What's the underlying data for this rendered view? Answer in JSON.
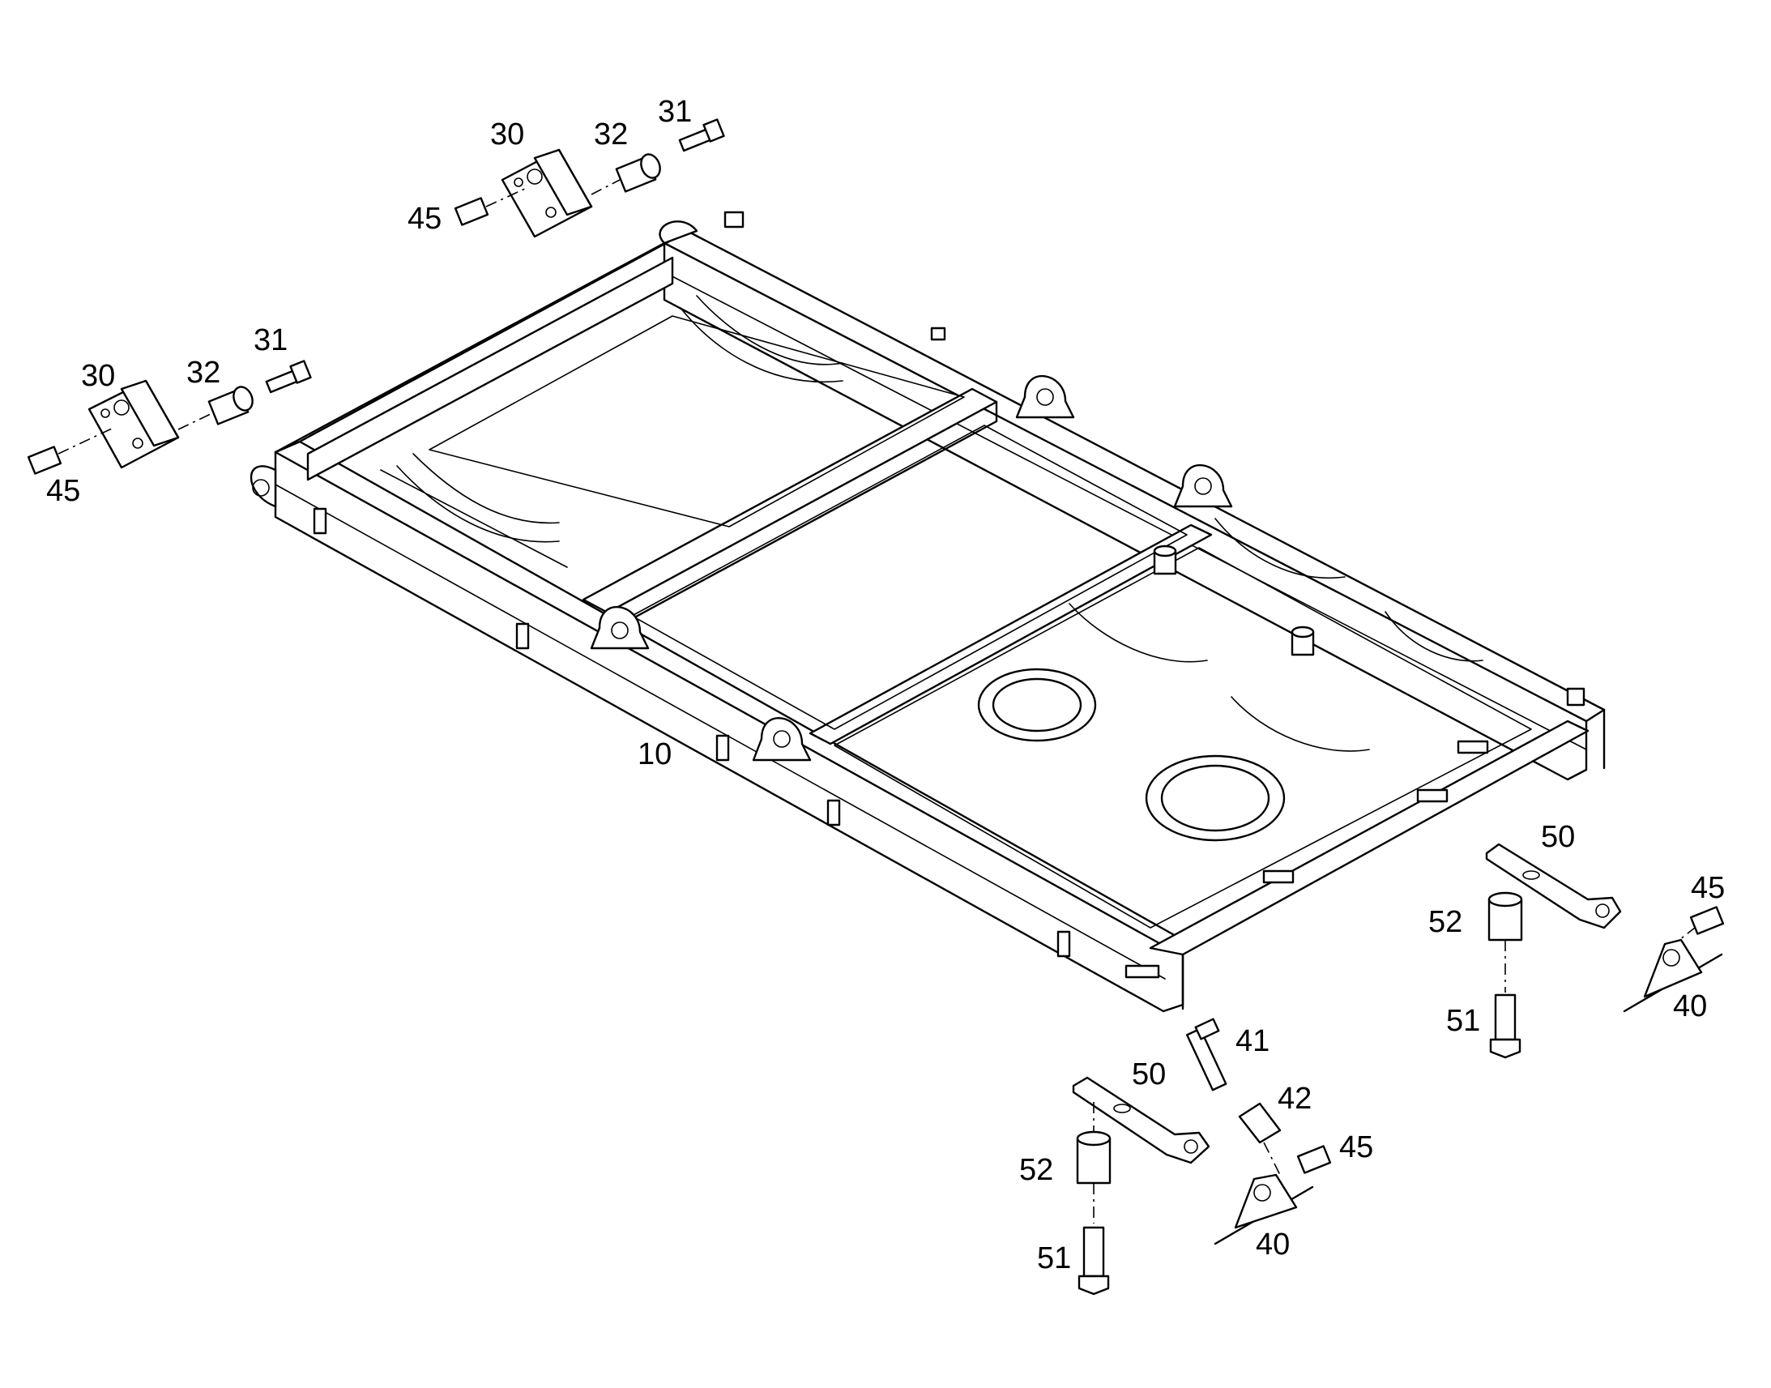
{
  "diagram": {
    "type": "exploded parts diagram",
    "callouts": [
      {
        "id": "c30a",
        "text": "30"
      },
      {
        "id": "c32a",
        "text": "32"
      },
      {
        "id": "c31a",
        "text": "31"
      },
      {
        "id": "c45a",
        "text": "45"
      },
      {
        "id": "c30b",
        "text": "30"
      },
      {
        "id": "c32b",
        "text": "32"
      },
      {
        "id": "c31b",
        "text": "31"
      },
      {
        "id": "c45b",
        "text": "45"
      },
      {
        "id": "c10",
        "text": "10"
      },
      {
        "id": "c50a",
        "text": "50"
      },
      {
        "id": "c45c",
        "text": "45"
      },
      {
        "id": "c52a",
        "text": "52"
      },
      {
        "id": "c51a",
        "text": "51"
      },
      {
        "id": "c40a",
        "text": "40"
      },
      {
        "id": "c41",
        "text": "41"
      },
      {
        "id": "c42",
        "text": "42"
      },
      {
        "id": "c45d",
        "text": "45"
      },
      {
        "id": "c50b",
        "text": "50"
      },
      {
        "id": "c52b",
        "text": "52"
      },
      {
        "id": "c51b",
        "text": "51"
      },
      {
        "id": "c40b",
        "text": "40"
      }
    ]
  }
}
